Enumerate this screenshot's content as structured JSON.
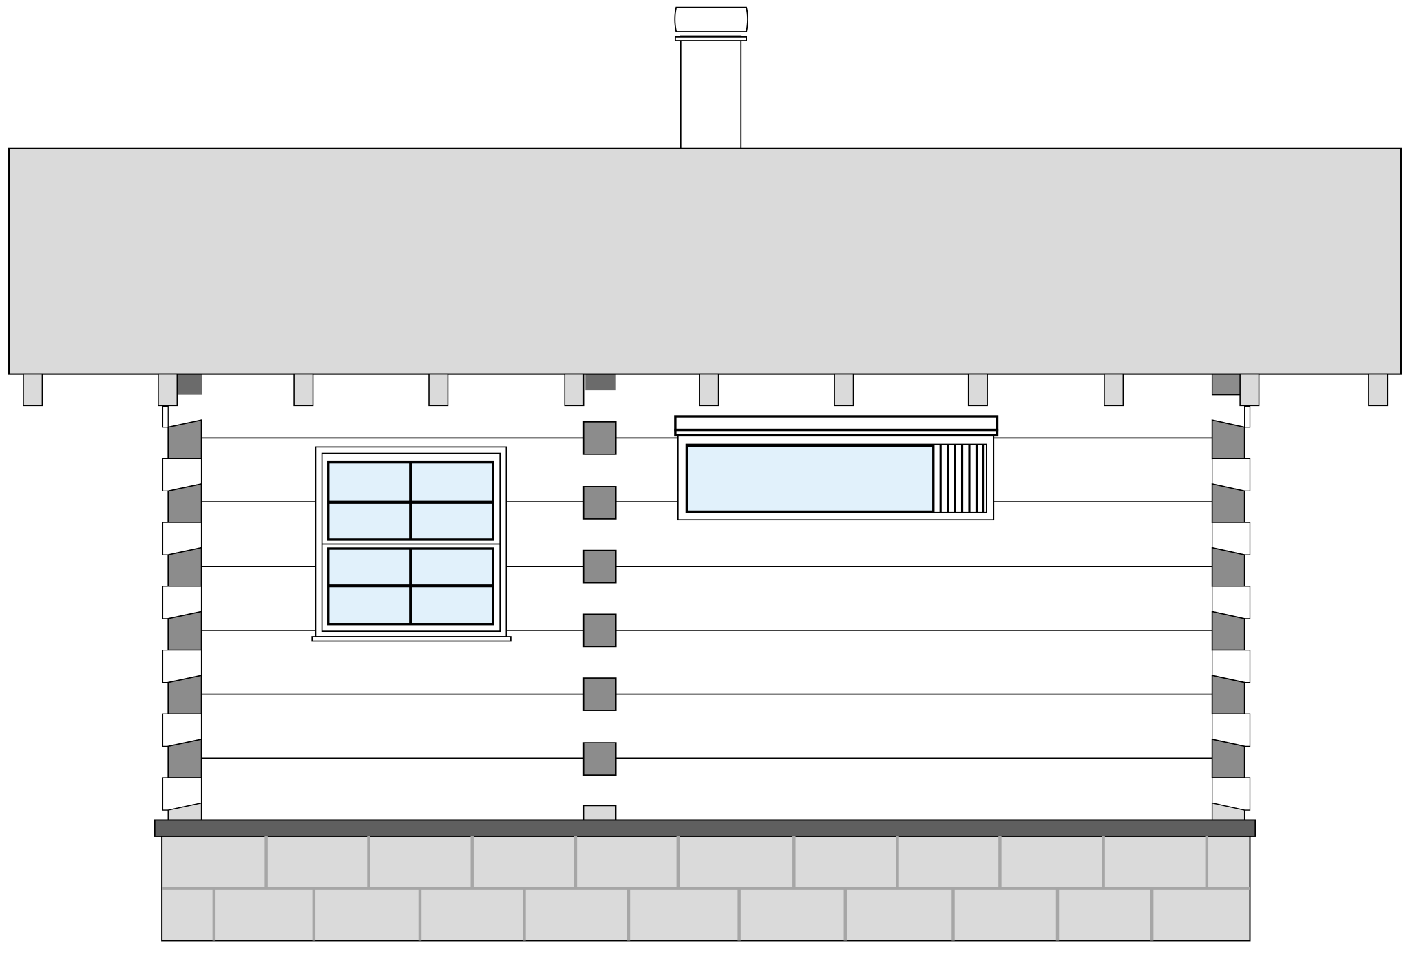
{
  "drawing": {
    "subject": "log-cabin-side-elevation",
    "colors": {
      "background": "#ffffff",
      "outline": "#000000",
      "roof": "#dadada",
      "rafter": "#dadada",
      "log_end": "#8c8c8c",
      "log_end_shadow": "#6b6b6b",
      "glass": "#e1f1fb",
      "foundation": "#dadada",
      "mortar": "#a6a6a6",
      "sill_plate": "#5f5f5f"
    },
    "counts": {
      "rafter_tails": 11,
      "log_courses": 6,
      "window_lites_double_hung": 8,
      "foundation_block_rows": 2
    }
  }
}
